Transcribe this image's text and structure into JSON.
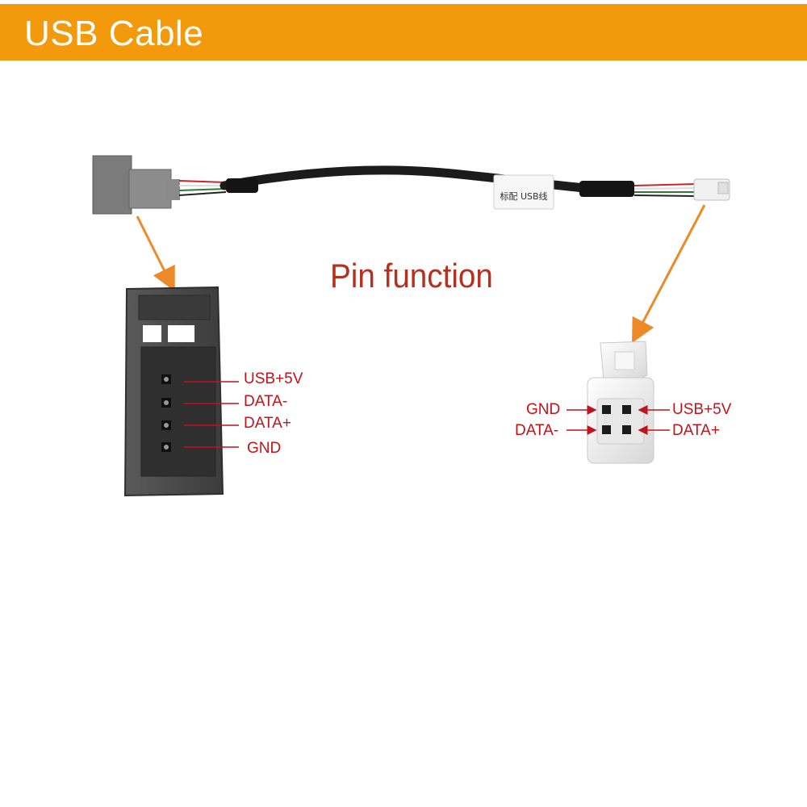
{
  "header": {
    "title": "USB Cable",
    "background": "#f29a0c"
  },
  "cable": {
    "tag_text": "标配 USB线",
    "connector_left_color": "#7f7f7f",
    "connector_right_color": "#f2f2f2",
    "wire_colors": [
      "#c62828",
      "#ffffff",
      "#2e7d32",
      "#222222"
    ]
  },
  "diagram": {
    "title": "Pin function",
    "arrow_color": "#ec8a2a",
    "label_color": "#c1141a",
    "left_connector_pins": [
      {
        "name": "USB+5V"
      },
      {
        "name": "DATA-"
      },
      {
        "name": "DATA+"
      },
      {
        "name": "GND"
      }
    ],
    "right_connector_pins": {
      "top_left": "GND",
      "top_right": "USB+5V",
      "bottom_left": "DATA-",
      "bottom_right": "DATA+"
    }
  }
}
